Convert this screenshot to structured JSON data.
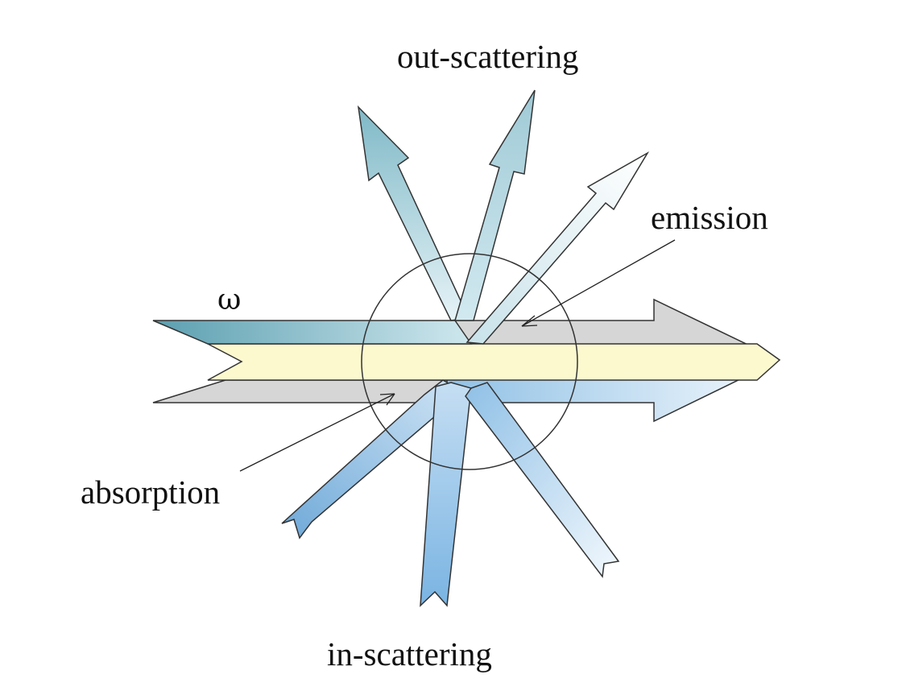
{
  "labels": {
    "out_scattering": "out-scattering",
    "emission": "emission",
    "omega": "ω",
    "absorption": "absorption",
    "in_scattering": "in-scattering"
  },
  "colors": {
    "teal_dark": "#5b9fb0",
    "teal_light": "#cde6ee",
    "blue": "#7fb6e0",
    "blue_light": "#eef6fc",
    "yellow": "#fcf9cf",
    "gray": "#d6d6d6",
    "outline": "#333333"
  }
}
